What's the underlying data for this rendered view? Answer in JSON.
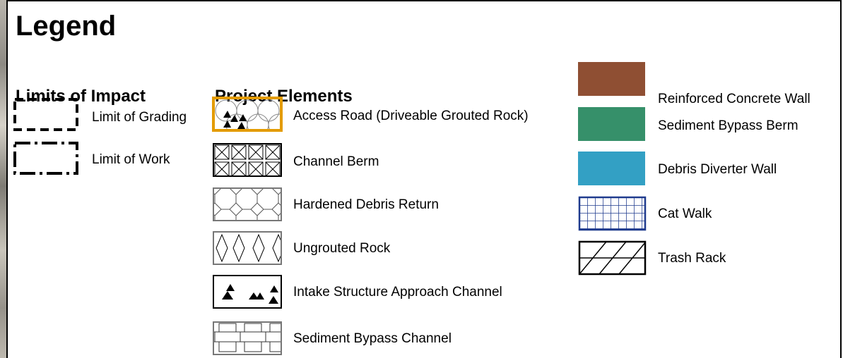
{
  "legend": {
    "title": "Legend",
    "limits_of_impact": {
      "heading": "Limits of Impact",
      "items": [
        {
          "label": "Limit of Grading",
          "icon": "dashed-line-box-icon"
        },
        {
          "label": "Limit of Work",
          "icon": "dash-dot-line-box-icon"
        }
      ]
    },
    "project_elements": {
      "heading": "Project Elements",
      "items": [
        {
          "label": "Access Road (Driveable Grouted Rock)",
          "icon": "circles-triangles-pattern-icon",
          "color": "#e39b00"
        },
        {
          "label": "Channel Berm",
          "icon": "crossed-square-pattern-icon"
        },
        {
          "label": "Hardened Debris Return",
          "icon": "octagon-pattern-icon"
        },
        {
          "label": "Ungrouted Rock",
          "icon": "diamond-pattern-icon"
        },
        {
          "label": "Intake Structure Approach Channel",
          "icon": "triangles-pattern-icon"
        },
        {
          "label": "Sediment Bypass Channel",
          "icon": "cross-block-pattern-icon"
        }
      ]
    },
    "structures": {
      "items": [
        {
          "label": "Reinforced Concrete Wall",
          "color": "#8f4f33",
          "icon": "brown-fill-swatch"
        },
        {
          "label": "Sediment Bypass Berm",
          "color": "#36906a",
          "icon": "green-fill-swatch"
        },
        {
          "label": "Debris Diverter Wall",
          "color": "#33a0c4",
          "icon": "blue-fill-swatch"
        },
        {
          "label": "Cat Walk",
          "color": "#1f3b8e",
          "icon": "grid-pattern-icon"
        },
        {
          "label": "Trash Rack",
          "icon": "diagonal-hatch-pattern-icon"
        }
      ]
    }
  }
}
